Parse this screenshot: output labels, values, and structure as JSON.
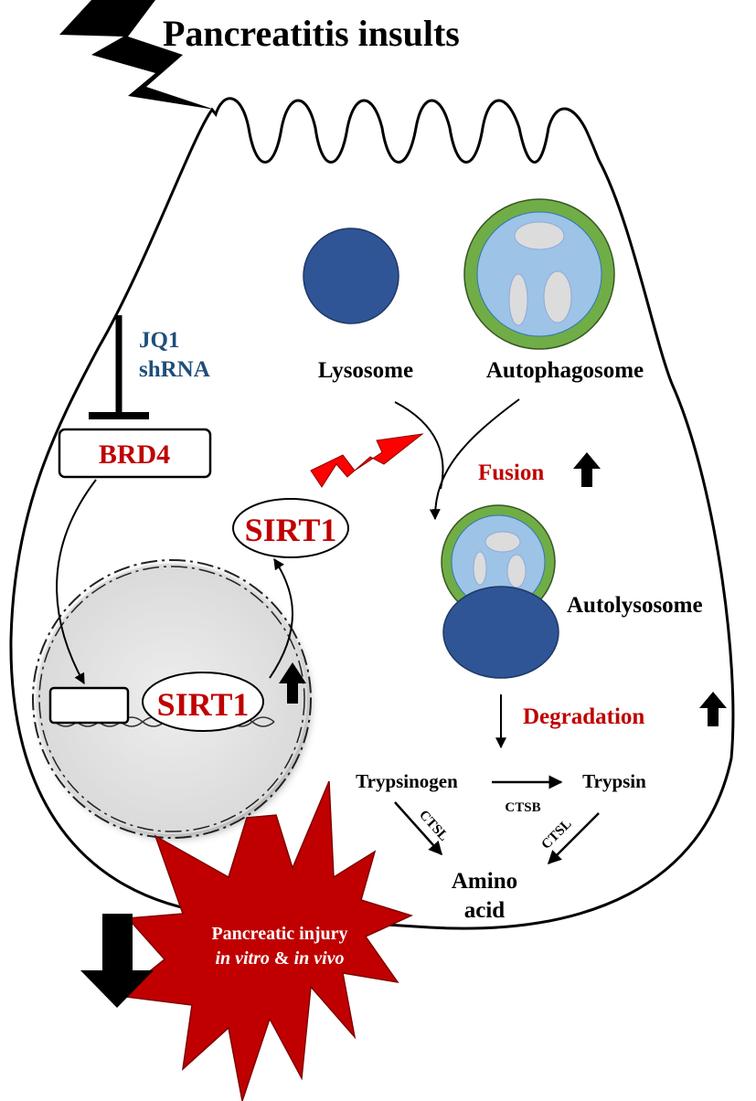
{
  "title": "Pancreatitis insults",
  "inhibitors": {
    "line1": "JQ1",
    "line2": "shRNA"
  },
  "brd4": "BRD4",
  "sirt1_cytoplasm": "SIRT1",
  "sirt1_nucleus": "SIRT1",
  "organelles": {
    "lysosome": "Lysosome",
    "autophagosome": "Autophagosome",
    "autolysosome": "Autolysosome"
  },
  "processes": {
    "fusion": "Fusion",
    "degradation": "Degradation"
  },
  "proteolysis": {
    "trypsinogen": "Trypsinogen",
    "trypsin": "Trypsin",
    "ctsb": "CTSB",
    "ctsl_left": "CTSL",
    "ctsl_right": "CTSL",
    "amino_line1": "Amino",
    "amino_line2": "acid"
  },
  "injury": {
    "line1": "Pancreatic injury",
    "line2_italic_a": "in vitro",
    "line2_mid": " & ",
    "line2_italic_b": "in vivo"
  },
  "colors": {
    "lysosome_blue": "#2f5597",
    "autophagosome_fill": "#9dc3e6",
    "autophagosome_rim": "#70ad47",
    "vesicle_fill": "#dcdcdc",
    "nucleus_fill": "#e5e5e5",
    "label_red": "#c00000",
    "inhibitor_blue": "#1f4e79",
    "injury_red": "#c00000",
    "bolt_red": "#ff0000"
  }
}
